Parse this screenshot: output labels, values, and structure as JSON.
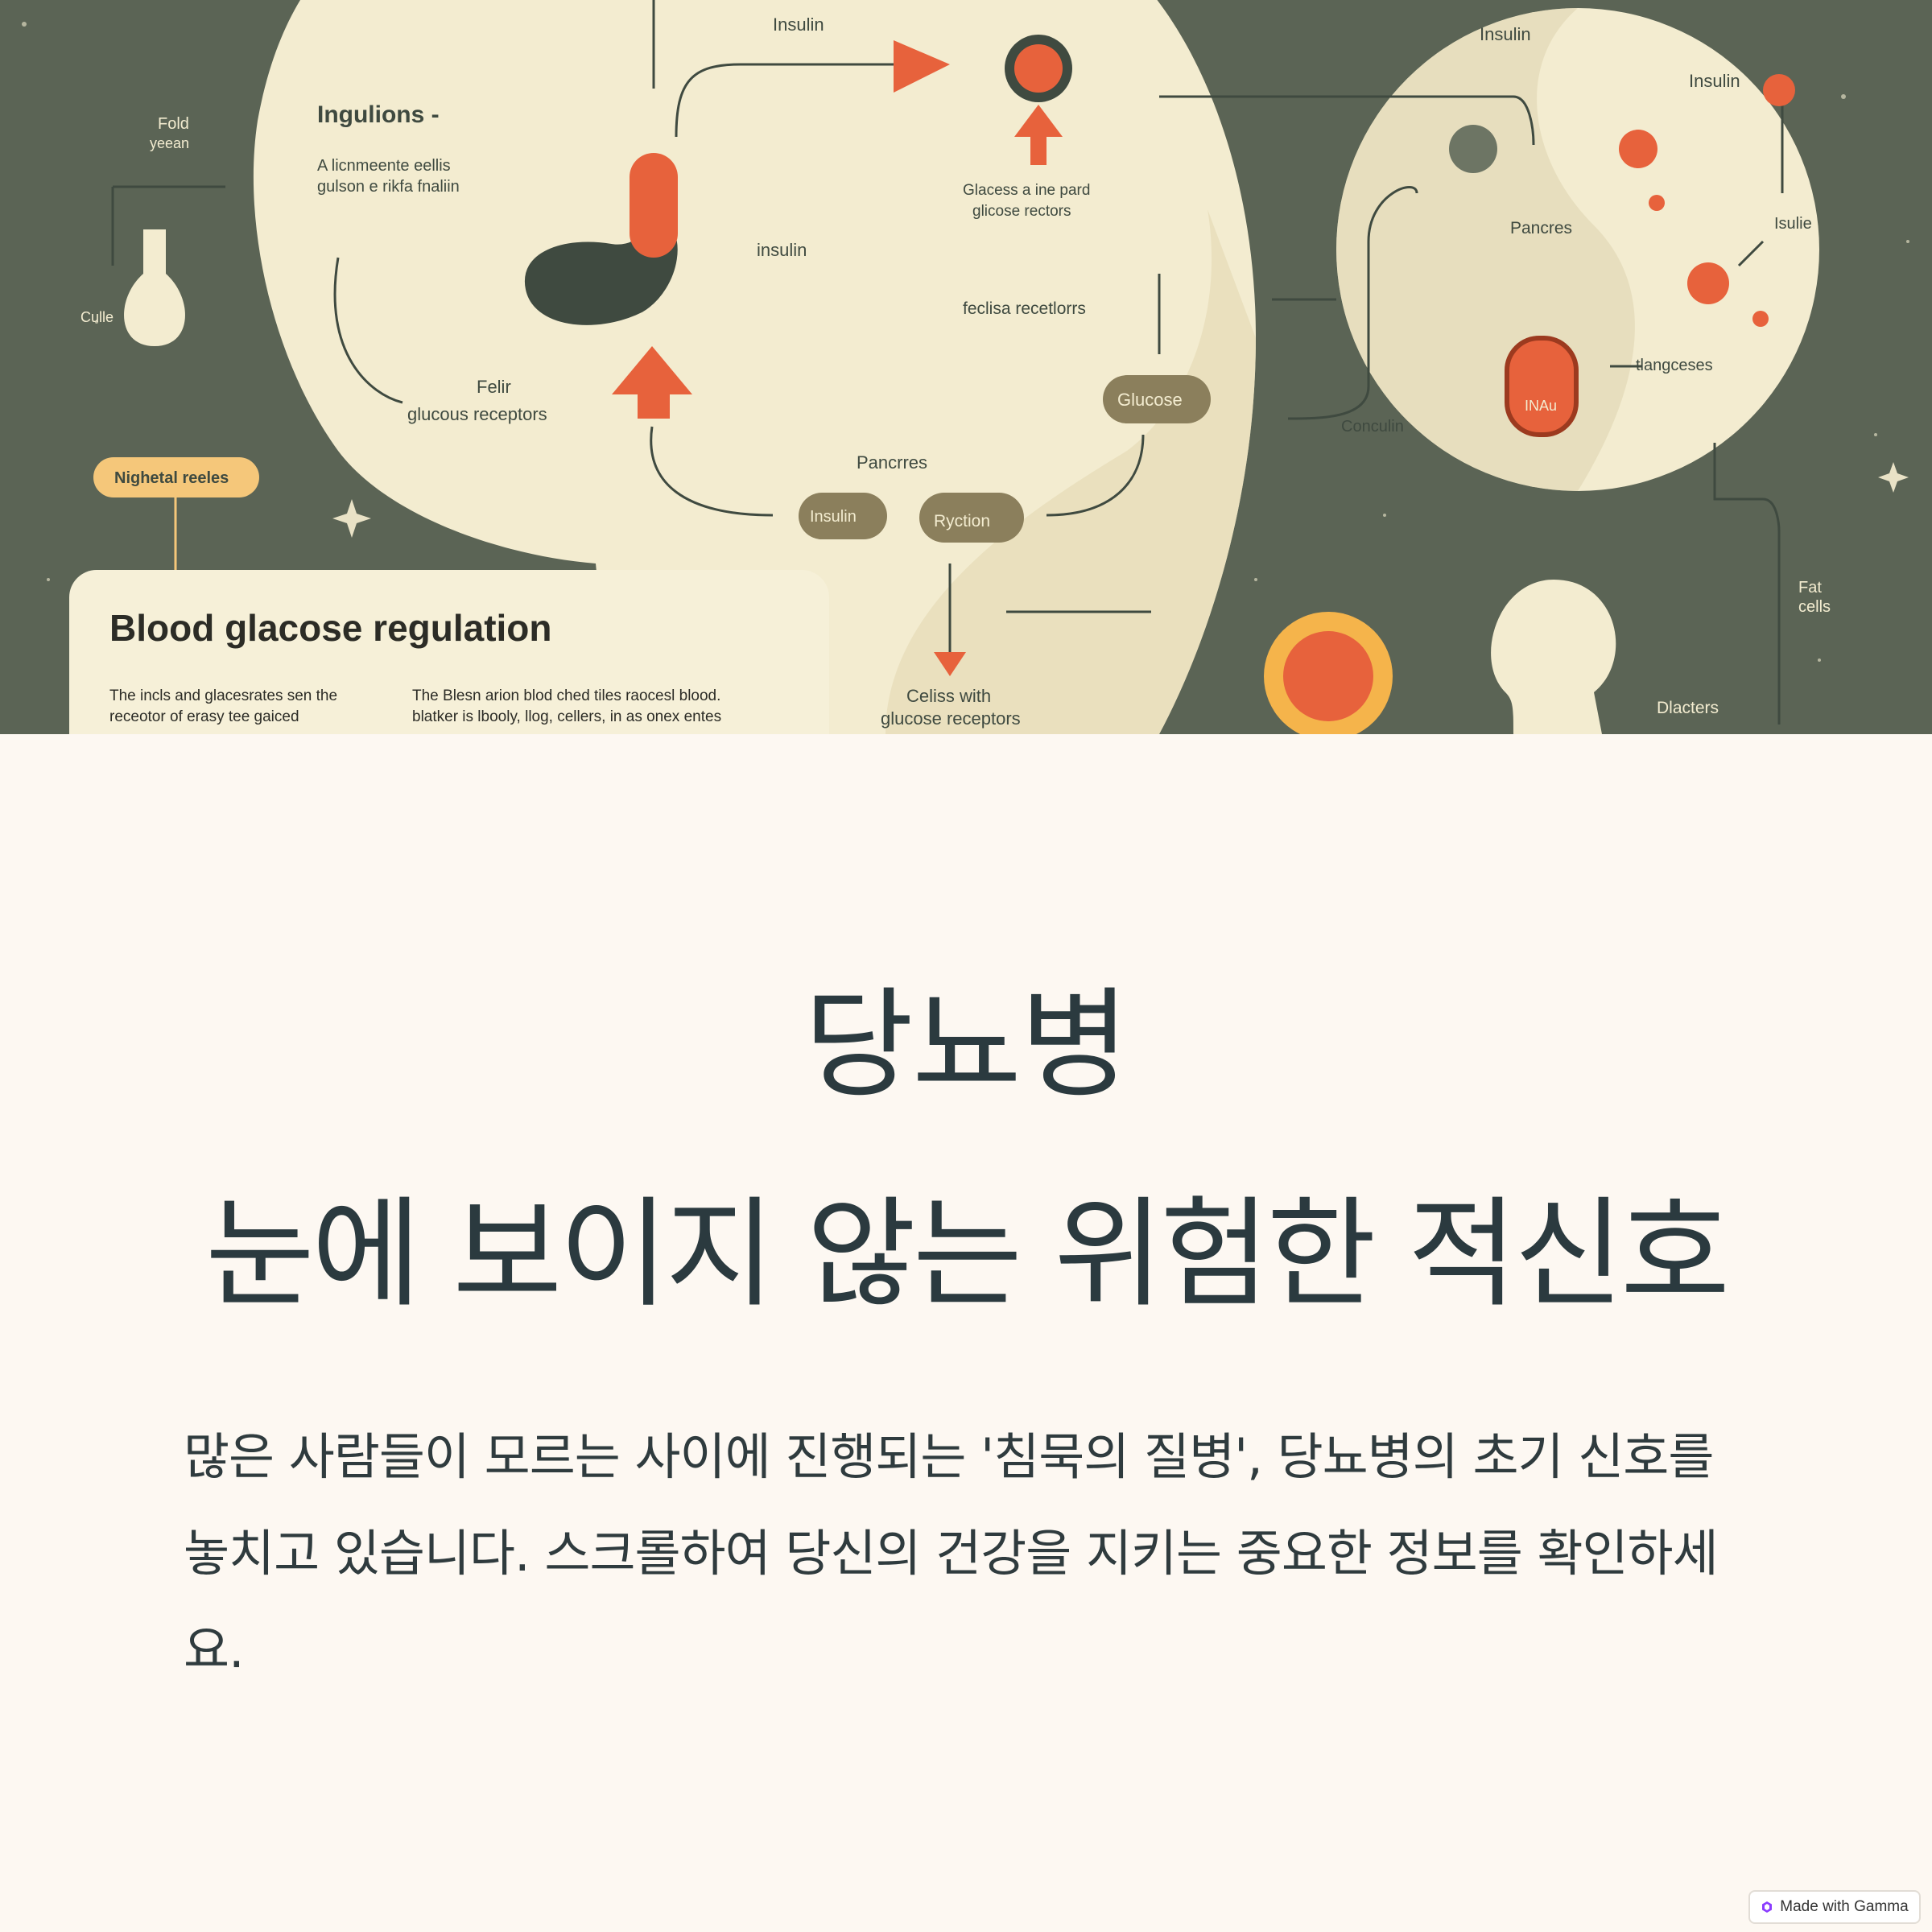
{
  "hero": {
    "labels": {
      "insulin_top": "Insulin",
      "ingulions": "Ingulions -",
      "alicn_line1": "A licnmeente eellis",
      "alicn_line2": "gulson e rikfa fnaliin",
      "fold_line1": "Fold",
      "fold_line2": "yeean",
      "cull": "Culle",
      "insulin_mid": "insulin",
      "felir_line1": "Felir",
      "felir_line2": "glucous receptors",
      "glacess_line1": "Glacess a ine pard",
      "glacess_line2": "glicose rectors",
      "feclisa": "feclisa recetlorrs",
      "glucose_pill": "Glucose",
      "pancrres": "Pancrres",
      "insulin_pill": "Insulin",
      "ryction_pill": "Ryction",
      "nighetal_tag": "Nighetal reeles",
      "cells_line1": "Celiss with",
      "cells_line2": "glucose receptors",
      "right_insulin": "Insulin",
      "right_insulin2": "Insulin",
      "pancres": "Pancres",
      "isulie": "Isulie",
      "tlangceses": "tlangceses",
      "conculin": "Conculin",
      "fat_line1": "Fat",
      "fat_line2": "cells",
      "dlacters": "Dlacters",
      "nau": "INAu"
    },
    "card": {
      "title": "Blood glacose regulation",
      "col1_line1": "The incls and glacesrates sen the",
      "col1_line2": "receotor of erasy tee gaiced",
      "col2_line1": "The Blesn arion blod ched tiles raocesl blood.",
      "col2_line2": "blatker is lbooly, llog, cellers, in as onex entes"
    },
    "colors": {
      "background": "#5b6455",
      "cream": "#f3ecd0",
      "accent_orange": "#e7623c",
      "dark_green": "#3f4a40",
      "pill": "#8b7f5c",
      "tag": "#f5c77a"
    }
  },
  "content": {
    "title_line1": "당뇨병",
    "title_line2": "눈에 보이지 않는 위험한 적신호",
    "description": "많은 사람들이 모르는 사이에 진행되는 '침묵의 질병', 당뇨병의 초기 신호를 놓치고 있습니다. 스크롤하여 당신의 건강을 지키는 중요한 정보를 확인하세요."
  },
  "badge": {
    "label": "Made with Gamma",
    "icon": "gamma-logo-icon"
  }
}
